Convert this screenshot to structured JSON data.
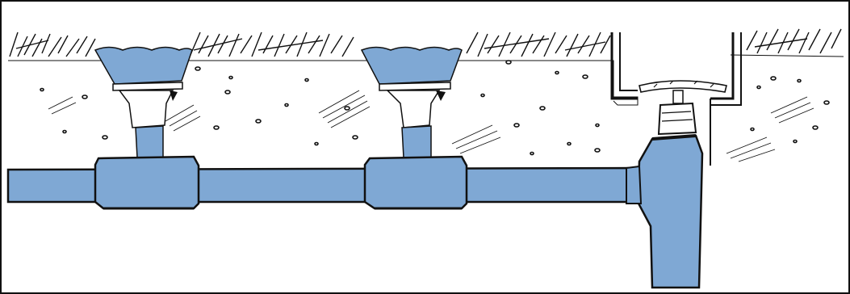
{
  "diagram": {
    "colors": {
      "water": "#7fa8d4",
      "ink": "#111111",
      "paper": "#ffffff"
    },
    "components": {
      "main_pipe": "horizontal-pipe",
      "sprinkler_heads": [
        "sprinkler-head",
        "sprinkler-head"
      ],
      "tee_fittings": [
        "tee-fitting",
        "tee-fitting"
      ],
      "valve": "shutoff-valve",
      "riser": "vertical-riser",
      "valve_box": "valve-box",
      "soil": "soil-layer",
      "grass": "grass-surface"
    }
  }
}
